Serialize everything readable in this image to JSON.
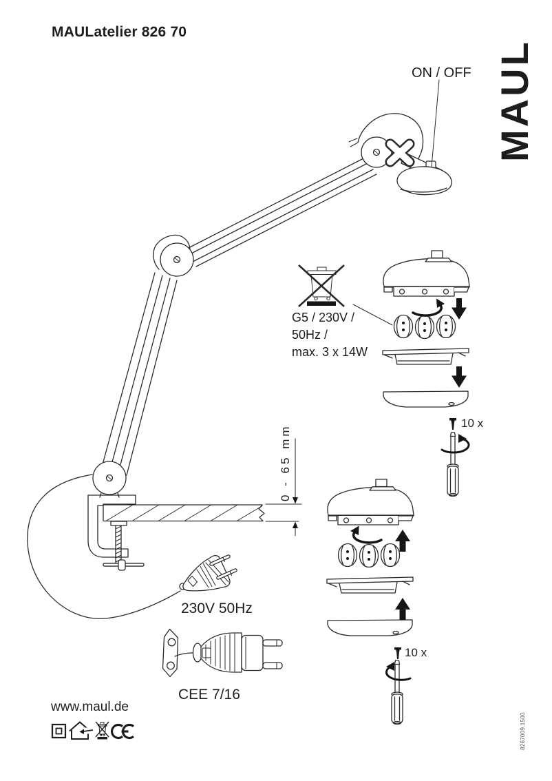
{
  "colors": {
    "background": "#ffffff",
    "ink": "#1d1d1b",
    "line": "#2a2a2a"
  },
  "page": {
    "title": "MAULatelier 826 70",
    "brand_logo": "MAUL",
    "website": "www.maul.de",
    "item_code": "8267009.1500"
  },
  "annotations": {
    "on_off": "ON / OFF",
    "spec_lines": [
      "G5 / 230V /",
      "50Hz /",
      "max. 3 x 14W"
    ],
    "clamp_range": "0 - 65 mm",
    "mains": "230V 50Hz",
    "plug_type": "CEE 7/16",
    "screw_count": "10 x"
  },
  "symbols": {
    "weee": "crossed-out-wheeled-bin",
    "class_ii": "class-ii-double-square",
    "indoor_use": "indoor-use-house-arrow",
    "ce_mark": "CE"
  }
}
